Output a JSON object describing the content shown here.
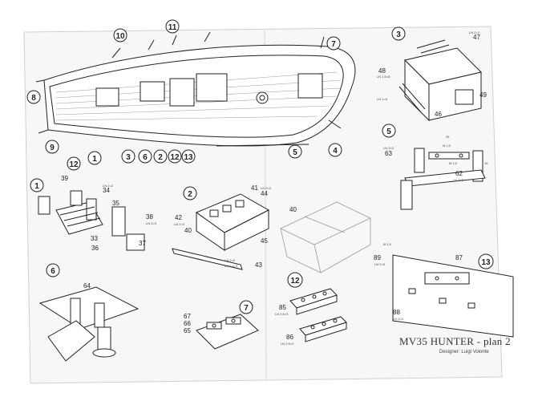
{
  "title": "MV35 HUNTER - plan 2",
  "designer": "Designer: Luigi Volonte",
  "main_view": {
    "callouts": [
      "10",
      "11",
      "7",
      "8",
      "9",
      "12",
      "1",
      "3",
      "6",
      "2",
      "12",
      "13",
      "5",
      "4"
    ]
  },
  "details": {
    "d1": {
      "id": "1",
      "parts": [
        "39",
        "34",
        "35",
        "36",
        "33",
        "37",
        "38"
      ],
      "annotations": [
        "LN 2=2",
        "LN 2=3"
      ]
    },
    "d2": {
      "id": "2",
      "parts": [
        "41",
        "44",
        "42",
        "40",
        "45",
        "43"
      ],
      "annotations": [
        "LN 2=2",
        "LN 2=3",
        "LN 2=2",
        "LN 1=1,5"
      ]
    },
    "d3": {
      "id": "3",
      "parts": [
        "47",
        "48",
        "49",
        "46"
      ],
      "annotations": [
        "LN 2=2",
        "LN 1,5=5",
        "LN 1=5"
      ]
    },
    "d5": {
      "id": "5",
      "parts": [
        "63",
        "62"
      ],
      "annotations": [
        "LN 3=3",
        "LN 3=3",
        "Ø 1,5",
        "Ø 1,5",
        "25",
        "15"
      ]
    },
    "d6": {
      "id": "6",
      "parts": [
        "64"
      ]
    },
    "d7": {
      "id": "7",
      "parts": [
        "67",
        "66",
        "65"
      ]
    },
    "d12": {
      "id": "12",
      "parts": [
        "85",
        "86"
      ],
      "annotations": [
        "LN 2,5=3",
        "LN 2,5=3"
      ]
    },
    "d13": {
      "id": "13",
      "parts": [
        "89",
        "87",
        "88"
      ],
      "annotations": [
        "LN 2=5",
        "LN 2=2",
        "Ø 1,5"
      ]
    },
    "d40": {
      "id": "40"
    }
  }
}
